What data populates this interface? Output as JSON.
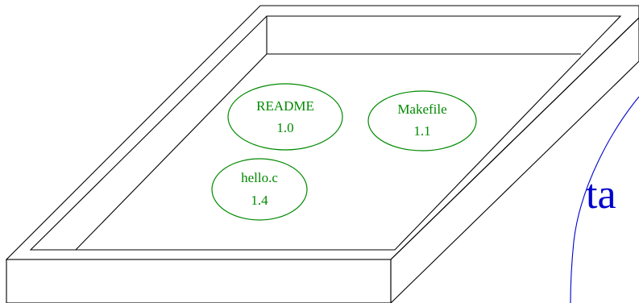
{
  "colors": {
    "outline": "#000000",
    "file": "#008a00",
    "tag": "#0000cc"
  },
  "files": [
    {
      "name": "README",
      "revision": "1.0"
    },
    {
      "name": "Makefile",
      "revision": "1.1"
    },
    {
      "name": "hello.c",
      "revision": "1.4"
    }
  ],
  "tag": {
    "label": "ta"
  }
}
